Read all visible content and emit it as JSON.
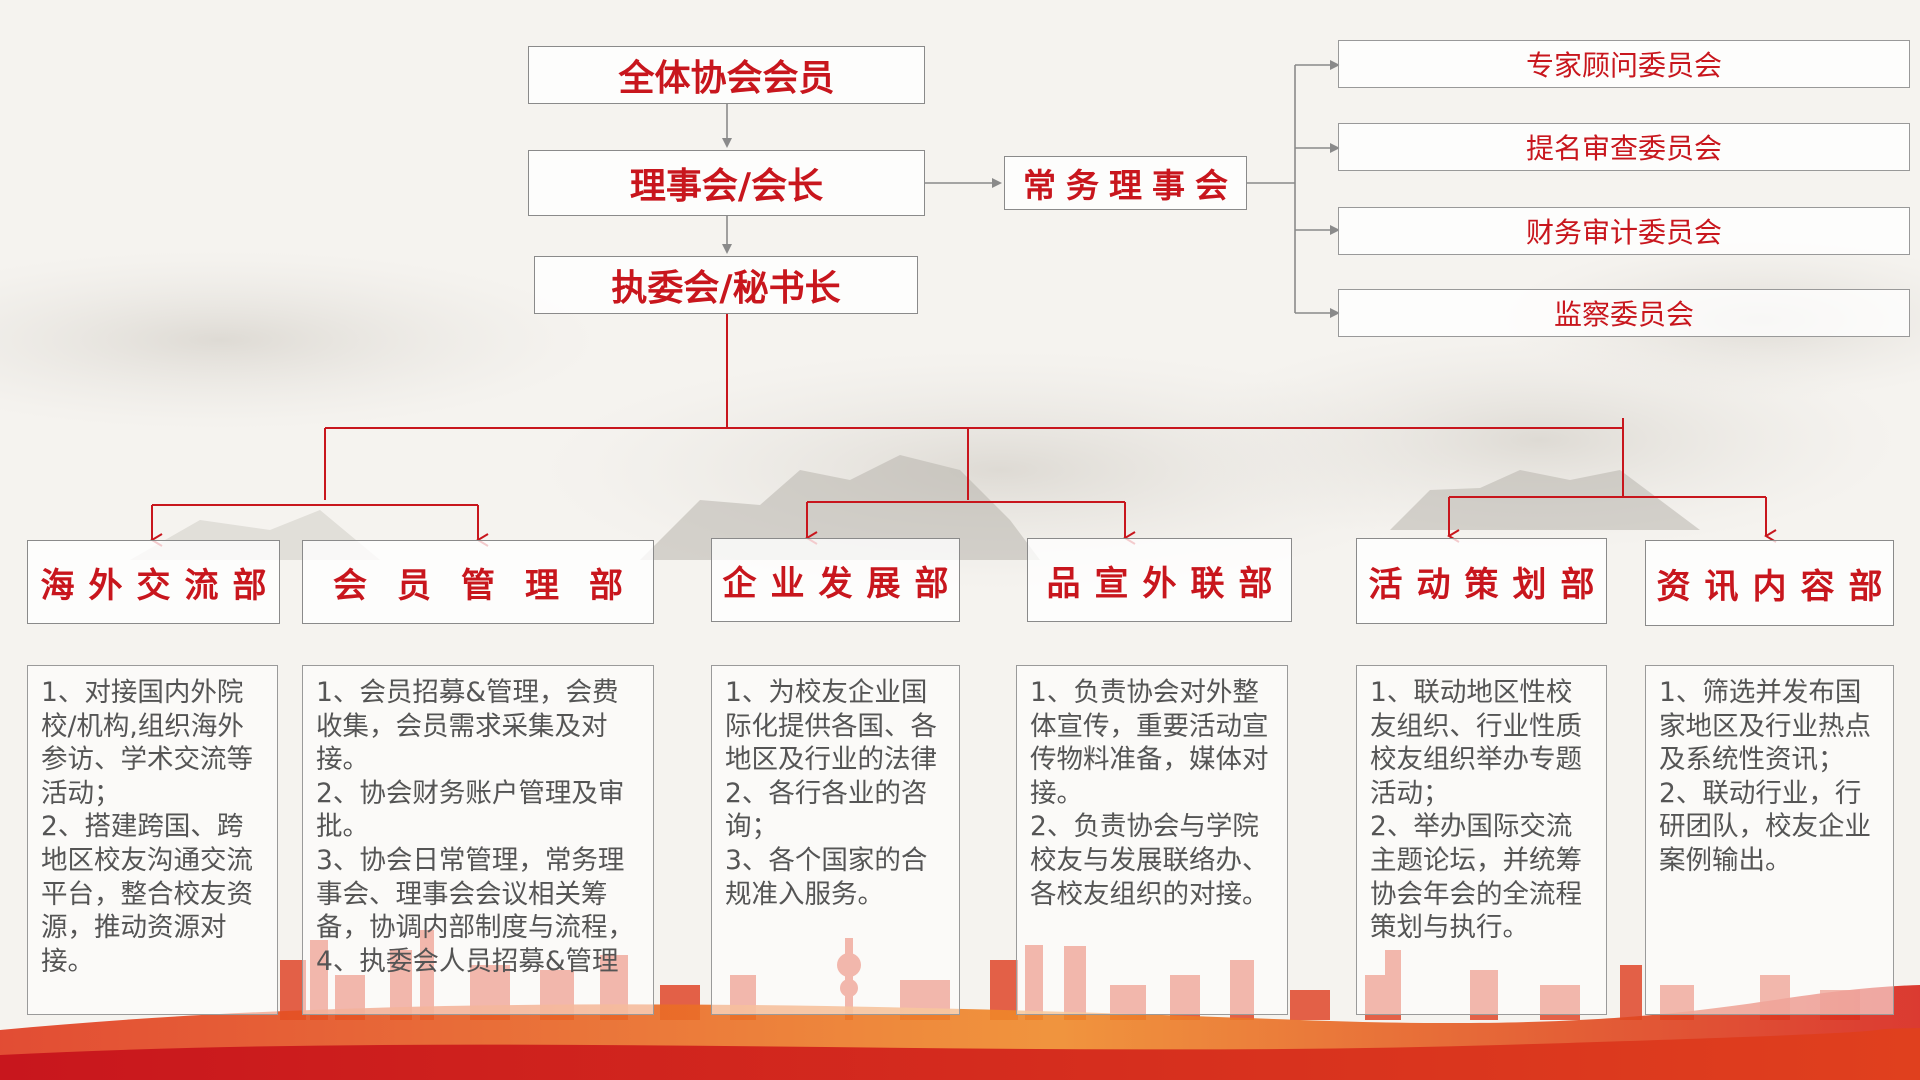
{
  "colors": {
    "accent_red": "#c8161d",
    "line_red": "#c8161d",
    "arrow_gray": "#8a8a8a",
    "description_text": "#555555",
    "background": "#f5f3ef"
  },
  "hierarchy": {
    "members": "全体协会会员",
    "council": "理事会/会长",
    "executive": "执委会/秘书长"
  },
  "standing_council": "常务理事会",
  "committees": [
    "专家顾问委员会",
    "提名审查委员会",
    "财务审计委员会",
    "监察委员会"
  ],
  "departments": [
    {
      "name": "海外交流部",
      "duties": [
        "1、对接国内外院校/机构,组织海外参访、学术交流等活动；",
        "2、搭建跨国、跨地区校友沟通交流平台，整合校友资源，推动资源对接。"
      ]
    },
    {
      "name": "会员管理部",
      "duties": [
        "1、会员招募&管理，会费收集，会员需求采集及对接。",
        "2、协会财务账户管理及审批。",
        "3、协会日常管理，常务理事会、理事会会议相关筹备，协调内部制度与流程，",
        "4、执委会人员招募&管理"
      ]
    },
    {
      "name": "企业发展部",
      "duties": [
        "1、为校友企业国际化提供各国、各地区及行业的法律",
        "2、各行各业的咨询；",
        "3、各个国家的合规准入服务。"
      ]
    },
    {
      "name": "品宣外联部",
      "duties": [
        "1、负责协会对外整体宣传，重要活动宣传物料准备，媒体对接。",
        "2、负责协会与学院校友与发展联络办、各校友组织的对接。"
      ]
    },
    {
      "name": "活动策划部",
      "duties": [
        "1、联动地区性校友组织、行业性质校友组织举办专题活动；",
        "2、举办国际交流主题论坛，并统筹协会年会的全流程策划与执行。"
      ]
    },
    {
      "name": "资讯内容部",
      "duties": [
        "1、筛选并发布国家地区及行业热点及系统性资讯；",
        "2、联动行业，行研团队，校友企业案例输出。"
      ]
    }
  ]
}
